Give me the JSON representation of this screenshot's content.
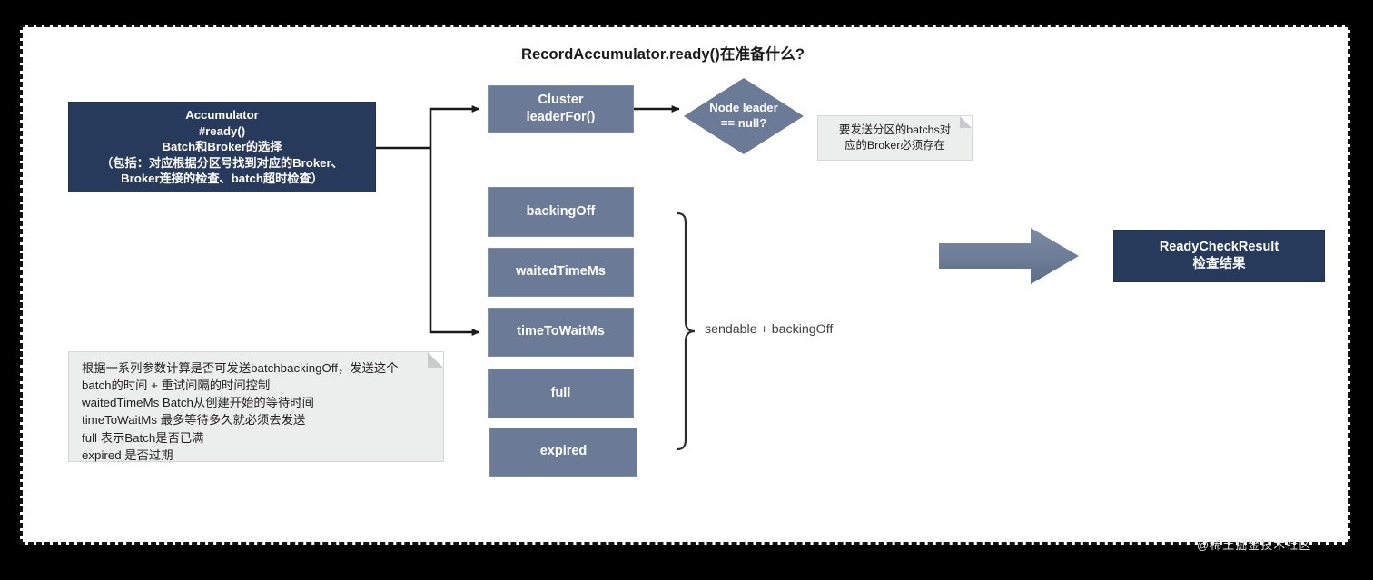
{
  "title": "RecordAccumulator.ready()在准备什么?",
  "colors": {
    "navy": "#273a5c",
    "slate": "#6b7a96",
    "note_bg": "#eceded",
    "canvas": "#ffffff",
    "frame": "#111111",
    "connector": "#1a1a1a"
  },
  "nodes": {
    "accumulator": {
      "line1": "Accumulator",
      "line2": "#ready()",
      "line3": "Batch和Broker的选择",
      "line4": "（包括：对应根据分区号找到对应的Broker、",
      "line5": "Broker连接的检查、batch超时检查）"
    },
    "cluster": {
      "line1": "Cluster",
      "line2": "leaderFor()"
    },
    "diamond": {
      "line1": "Node leader",
      "line2": "== null?"
    },
    "readycheck": {
      "line1": "ReadyCheckResult",
      "line2": "检查结果"
    }
  },
  "stack": [
    {
      "label": "backingOff"
    },
    {
      "label": "waitedTimeMs"
    },
    {
      "label": "timeToWaitMs"
    },
    {
      "label": "full"
    },
    {
      "label": "expired"
    }
  ],
  "brace": {
    "label": "sendable + backingOff"
  },
  "notes": {
    "broker": {
      "line1": "要发送分区的batchs对",
      "line2": "应的Broker必须存在"
    },
    "params": {
      "line1": "根据一系列参数计算是否可发送batchbackingOff，发送这个",
      "line2": "batch的时间 + 重试间隔的时间控制",
      "line3": "waitedTimeMs Batch从创建开始的等待时间",
      "line4": "timeToWaitMs 最多等待多久就必须去发送",
      "line5": "full 表示Batch是否已满",
      "line6": "expired 是否过期"
    }
  },
  "watermark": {
    "text": "@稀土掘金技术社区"
  }
}
